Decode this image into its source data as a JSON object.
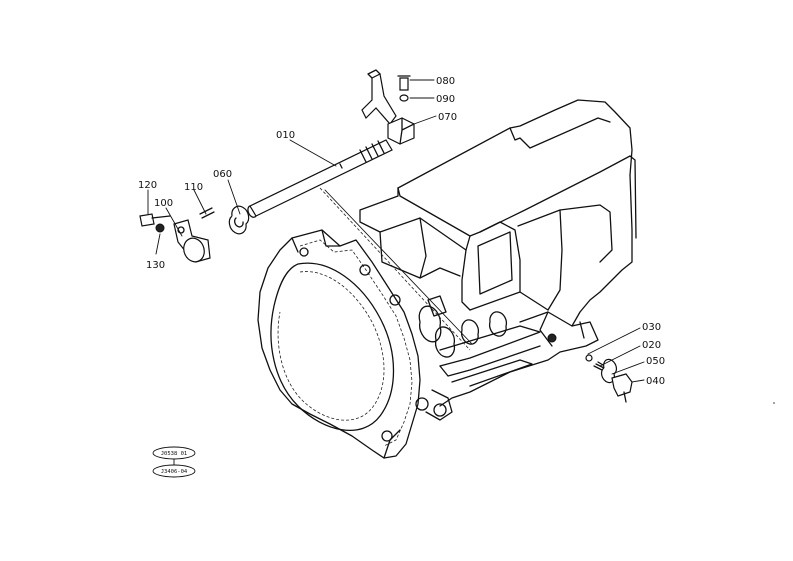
{
  "callouts": [
    {
      "id": "c080",
      "text": "080"
    },
    {
      "id": "c090",
      "text": "090"
    },
    {
      "id": "c070",
      "text": "070"
    },
    {
      "id": "c010",
      "text": "010"
    },
    {
      "id": "c060",
      "text": "060"
    },
    {
      "id": "c110",
      "text": "110"
    },
    {
      "id": "c120",
      "text": "120"
    },
    {
      "id": "c100",
      "text": "100"
    },
    {
      "id": "c130",
      "text": "130"
    },
    {
      "id": "c030",
      "text": "030"
    },
    {
      "id": "c020",
      "text": "020"
    },
    {
      "id": "c050",
      "text": "050"
    },
    {
      "id": "c040",
      "text": "040"
    }
  ],
  "stamps": {
    "upper": "J0538 01",
    "lower": "J3406-04"
  }
}
